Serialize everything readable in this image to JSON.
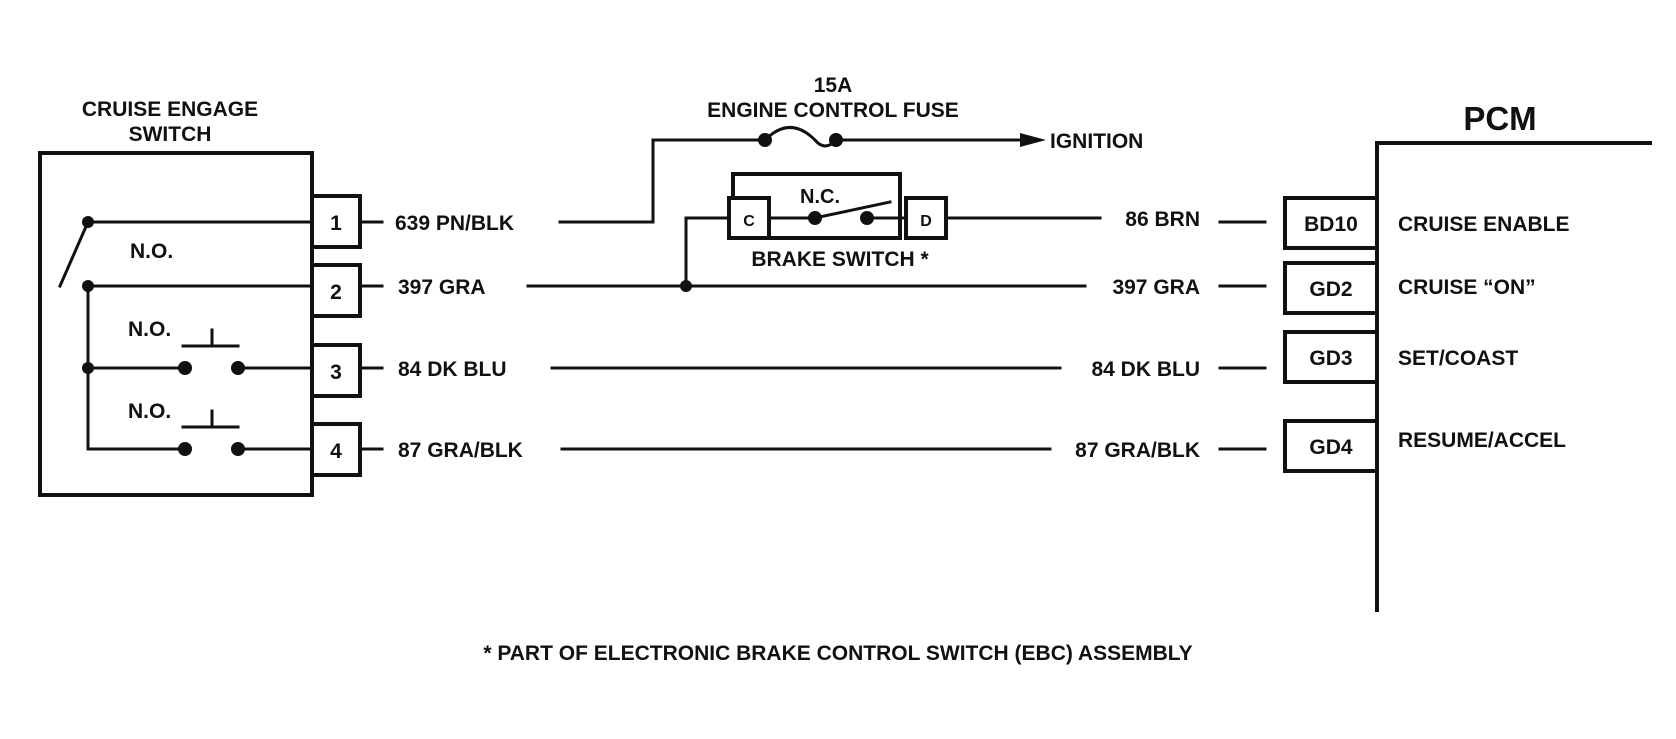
{
  "switch": {
    "title_line1": "CRUISE ENGAGE",
    "title_line2": "SWITCH",
    "no_main": "N.O.",
    "no_set": "N.O.",
    "no_resume": "N.O.",
    "pins": [
      "1",
      "2",
      "3",
      "4"
    ]
  },
  "fuse": {
    "rating": "15A",
    "name": "ENGINE CONTROL FUSE",
    "destination": "IGNITION"
  },
  "brake_switch": {
    "terminal_c": "C",
    "terminal_d": "D",
    "contact": "N.C.",
    "label": "BRAKE SWITCH *"
  },
  "wires": {
    "w1_left": "639 PN/BLK",
    "w1_right": "86 BRN",
    "w2_left": "397 GRA",
    "w2_right": "397 GRA",
    "w3_left": "84 DK BLU",
    "w3_right": "84 DK BLU",
    "w4_left": "87 GRA/BLK",
    "w4_right": "87 GRA/BLK"
  },
  "pcm": {
    "title": "PCM",
    "terminals": [
      "BD10",
      "GD2",
      "GD3",
      "GD4"
    ],
    "functions": [
      "CRUISE ENABLE",
      "CRUISE “ON”",
      "SET/COAST",
      "RESUME/ACCEL"
    ]
  },
  "footnote": "* PART OF ELECTRONIC BRAKE CONTROL SWITCH (EBC) ASSEMBLY"
}
